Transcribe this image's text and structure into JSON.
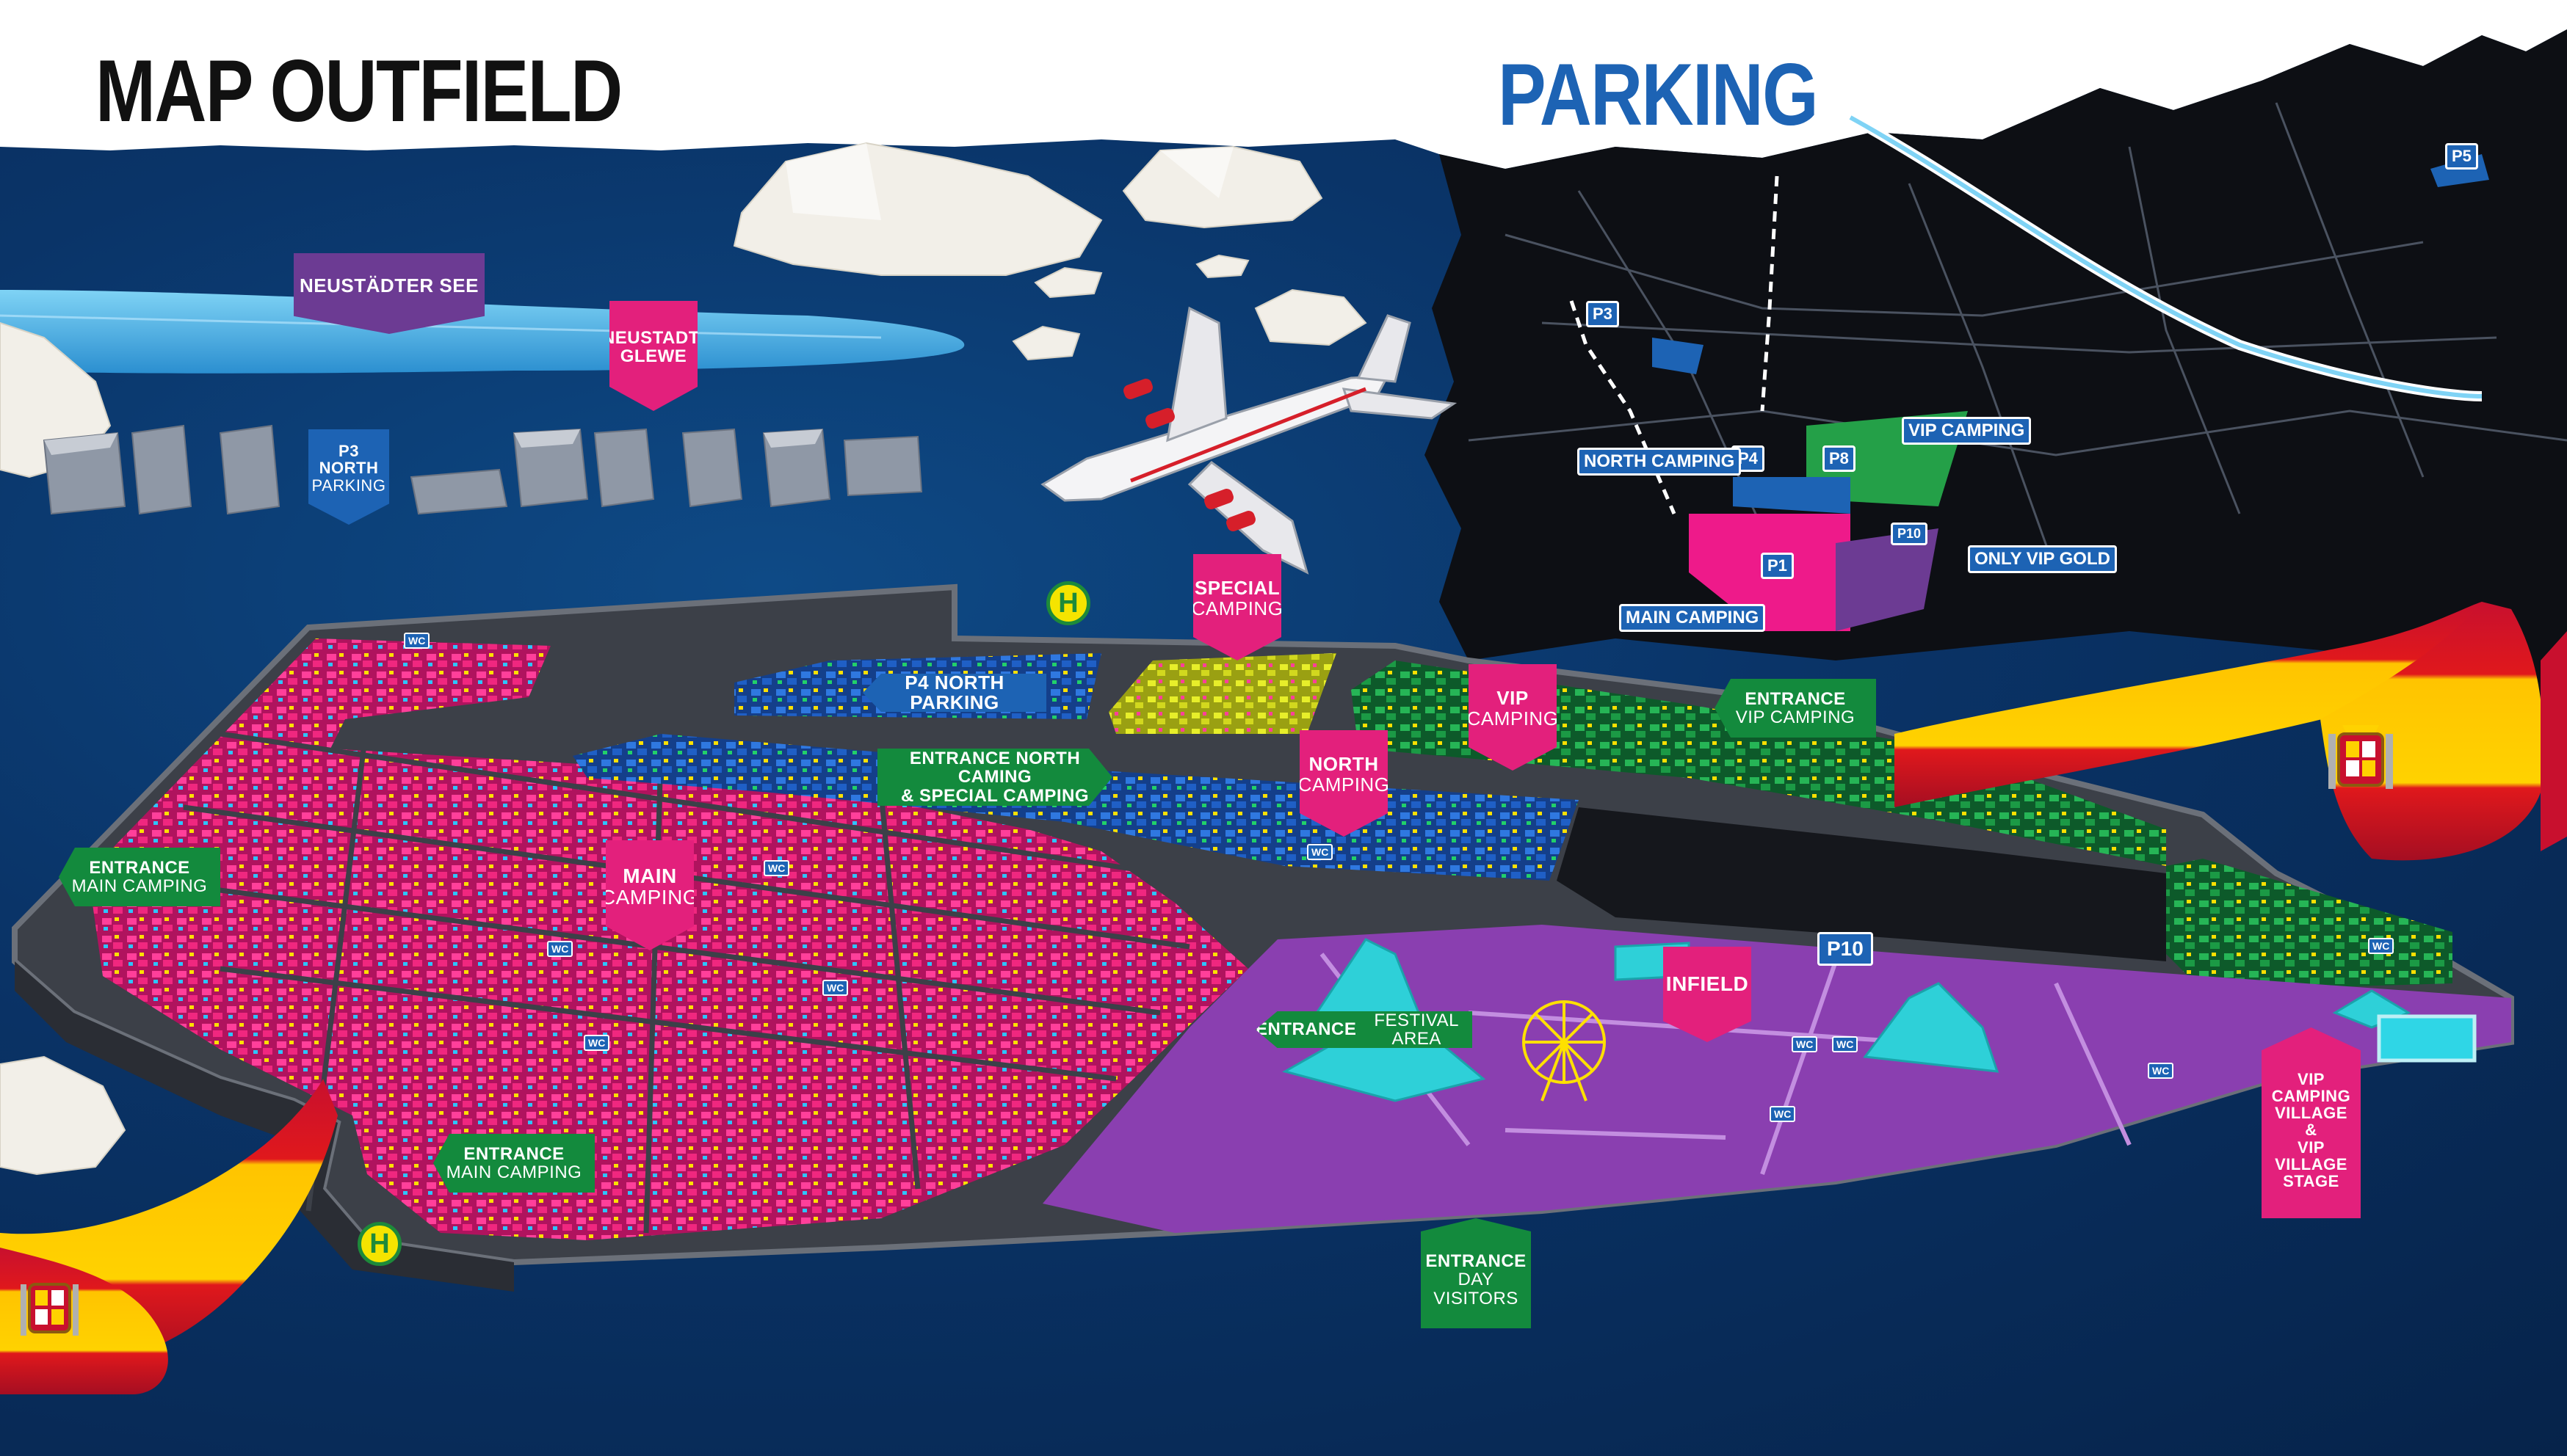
{
  "titles": {
    "map": "MAP OUTFIELD",
    "parking": "PARKING"
  },
  "colors": {
    "main_camping": "#e3207c",
    "north_camping": "#1d63b4",
    "vip_camping": "#138a3d",
    "infield": "#8a3fb0",
    "special_camping": "#d8e022",
    "background": "#0a3468"
  },
  "labels": {
    "neustadter_see": "NEUSTÄDTER SEE",
    "neustadt_glewe": {
      "l1": "NEUSTADT-",
      "l2": "GLEWE"
    },
    "p3_north": {
      "l1": "P3 NORTH",
      "l2": "PARKING"
    },
    "special_camping": {
      "l1": "SPECIAL",
      "l2": "CAMPING"
    },
    "p4_north_parking": "P4 NORTH PARKING",
    "vip_camping": {
      "l1": "VIP",
      "l2": "CAMPING"
    },
    "entrance_vip_camping": {
      "l1": "ENTRANCE",
      "l2": "VIP CAMPING"
    },
    "entrance_north_camping": {
      "l1": "ENTRANCE NORTH CAMING",
      "l2": "& SPECIAL CAMPING"
    },
    "north_camping": {
      "l1": "NORTH",
      "l2": "CAMPING"
    },
    "entrance_main_camping_left": {
      "l1": "ENTRANCE",
      "l2": "MAIN CAMPING"
    },
    "main_camping": {
      "l1": "MAIN",
      "l2": "CAMPING"
    },
    "p10": "P10",
    "infield": "INFIELD",
    "entrance_festival_area": {
      "l1": "ENTRANCE",
      "l2": "FESTIVAL AREA"
    },
    "entrance_main_camping_bottom": {
      "l1": "ENTRANCE",
      "l2": "MAIN CAMPING"
    },
    "entrance_day_visitors": {
      "l1": "ENTRANCE",
      "l2": "DAY",
      "l3": "VISITORS"
    },
    "vip_village": {
      "l1": "VIP",
      "l2": "CAMPING",
      "l3": "VILLAGE",
      "l4": "&",
      "l5": "VIP VILLAGE",
      "l6": "STAGE"
    },
    "bus_stop": "H",
    "wc": "WC"
  },
  "parking_inset": {
    "p3": "P3",
    "p4": "P4",
    "p8": "P8",
    "p1": "P1",
    "p10": "P10",
    "p5": "P5",
    "north_camping": "NORTH CAMPING",
    "vip_camping": "VIP CAMPING",
    "only_vip_gold": "ONLY VIP GOLD",
    "main_camping": "MAIN CAMPING"
  }
}
